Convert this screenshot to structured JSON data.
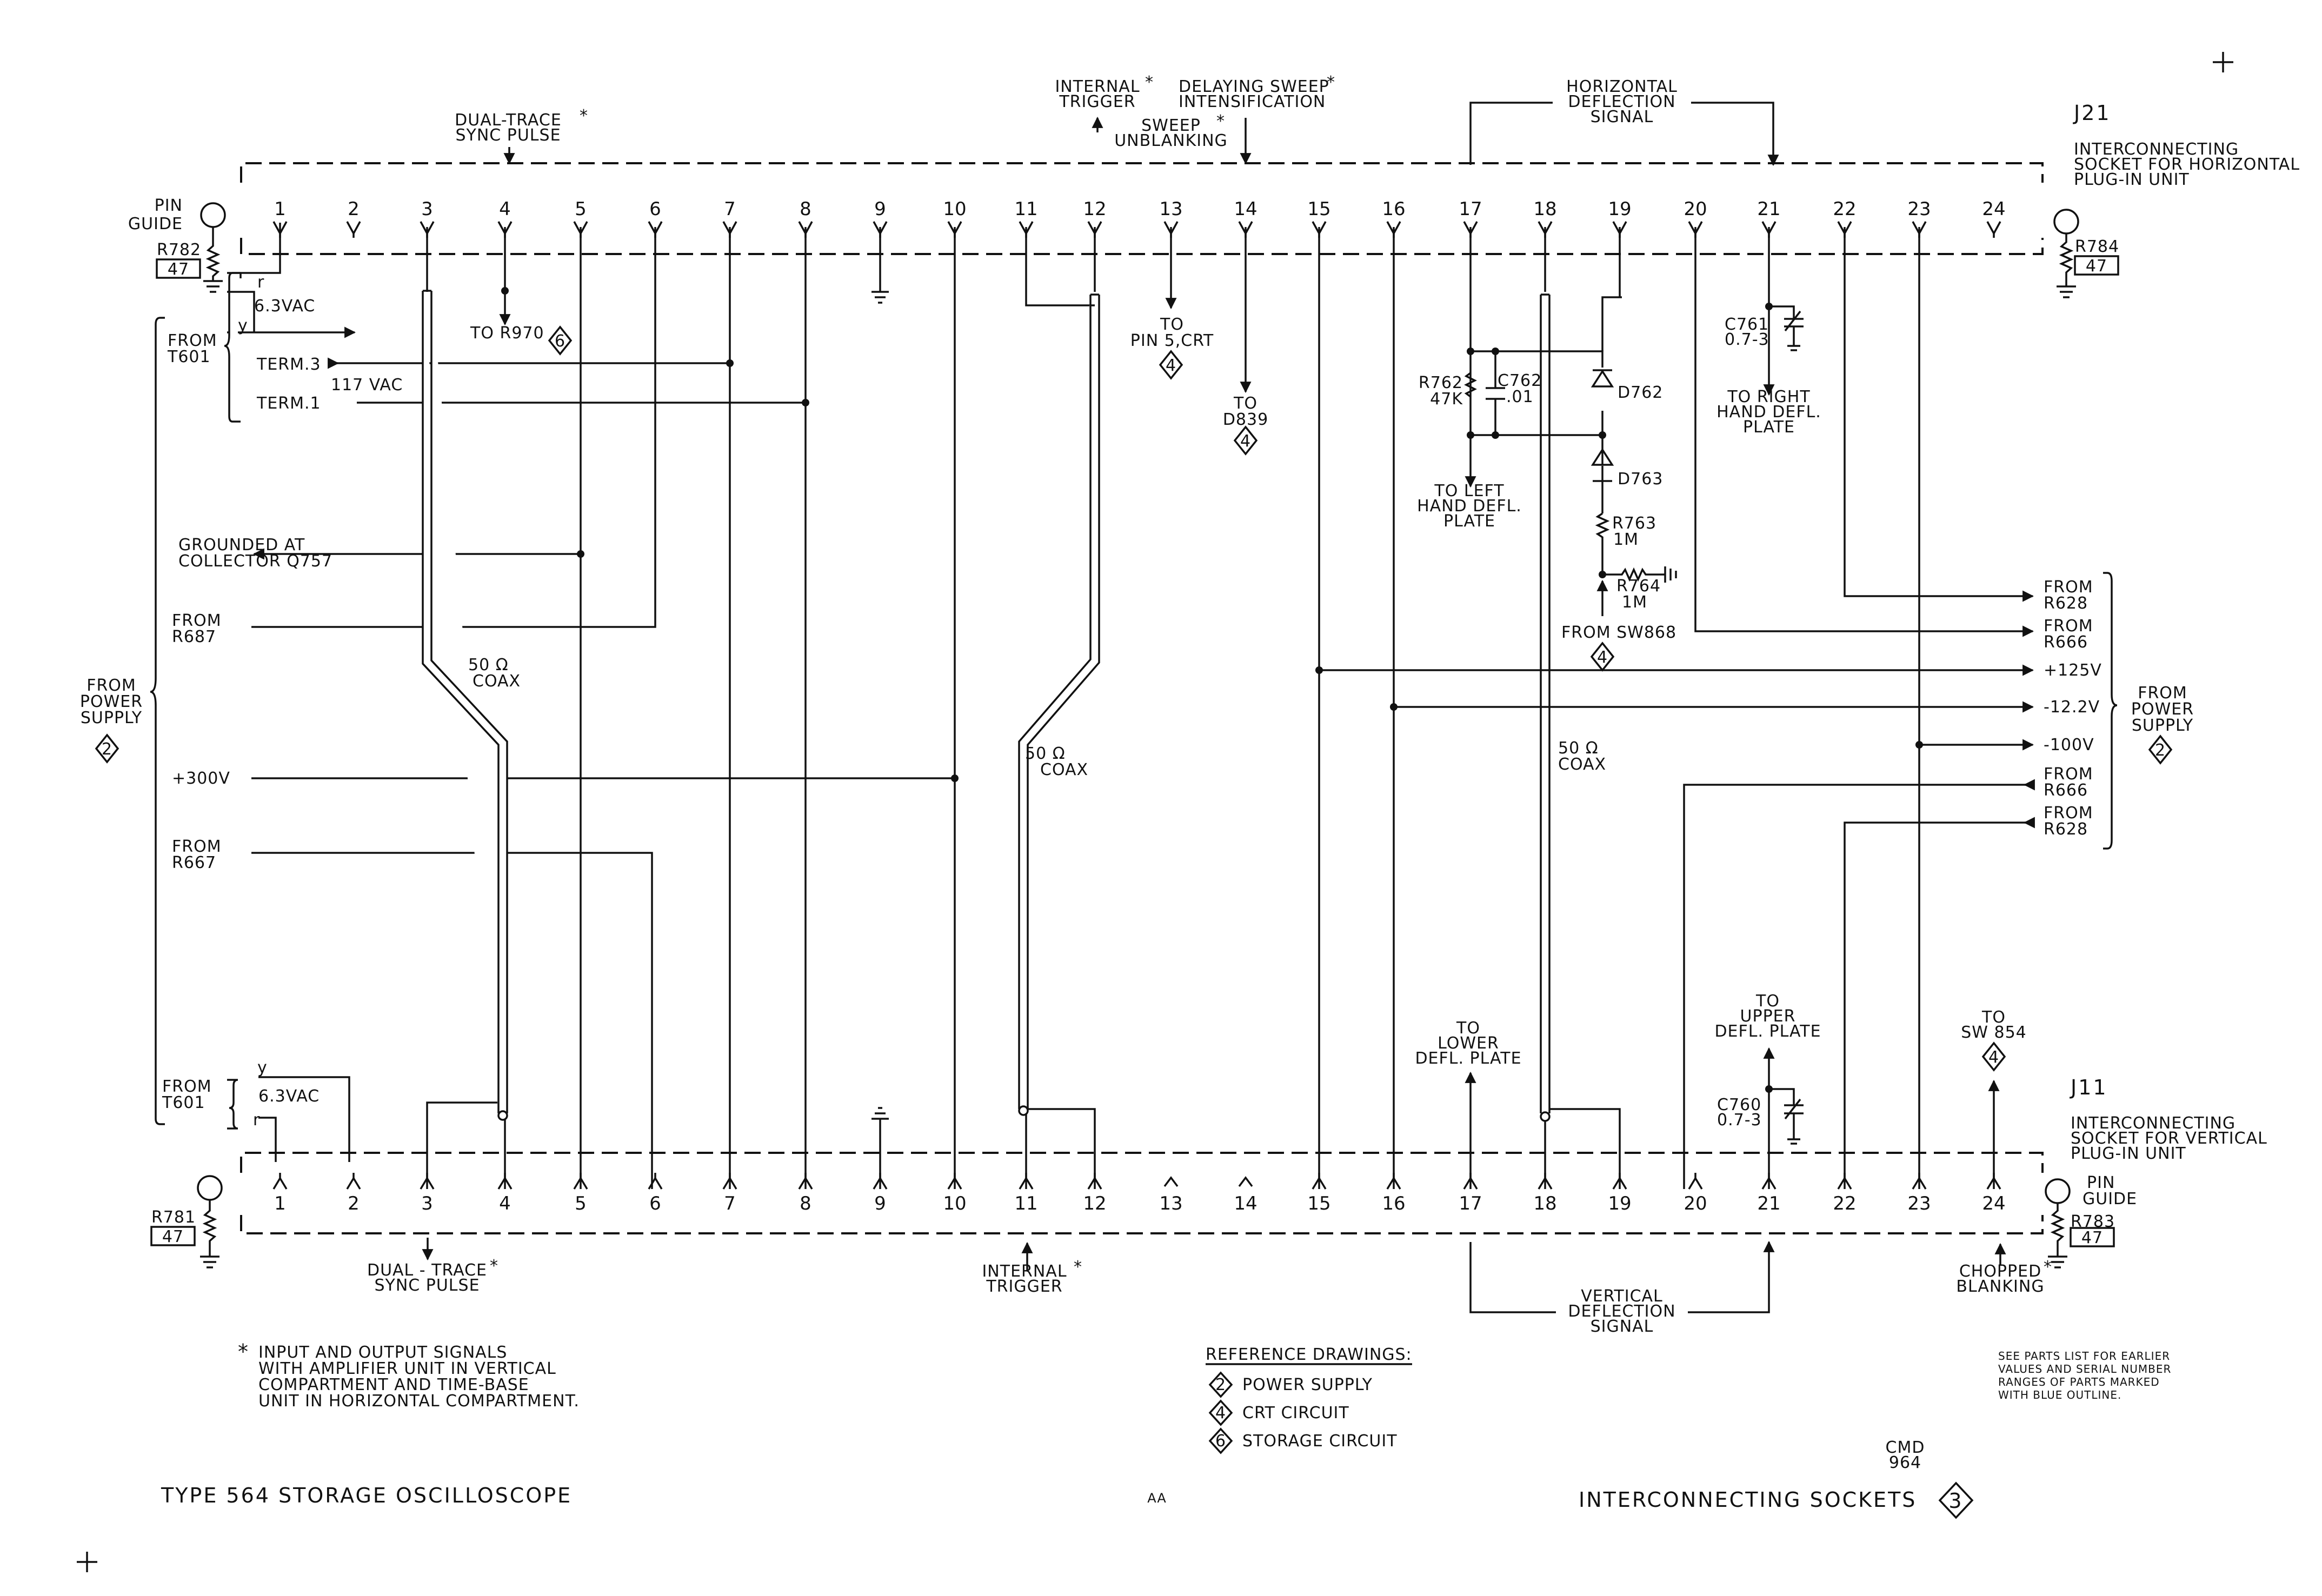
{
  "title": "TYPE 564 STORAGE OSCILLOSCOPE",
  "sheet_title": "INTERCONNECTING SOCKETS",
  "sheet_num": "3",
  "drawing_code": [
    "CMD",
    "964"
  ],
  "aa_mark": "AA",
  "pin_numbers": [
    "1",
    "2",
    "3",
    "4",
    "5",
    "6",
    "7",
    "8",
    "9",
    "10",
    "11",
    "12",
    "13",
    "14",
    "15",
    "16",
    "17",
    "18",
    "19",
    "20",
    "21",
    "22",
    "23",
    "24"
  ],
  "top_block": {
    "designator": "J21",
    "desc": [
      "INTERCONNECTING",
      "SOCKET FOR HORIZONTAL",
      "PLUG-IN UNIT"
    ],
    "pin_guide": [
      "PIN",
      "GUIDE"
    ],
    "r_left": {
      "ref": "R782",
      "val": "47"
    },
    "r_right": {
      "ref": "R784",
      "val": "47"
    }
  },
  "bottom_block": {
    "designator": "J11",
    "desc": [
      "INTERCONNECTING",
      "SOCKET FOR VERTICAL",
      "PLUG-IN UNIT"
    ],
    "pin_guide": [
      "PIN",
      "GUIDE"
    ],
    "r_left": {
      "ref": "R781",
      "val": "47"
    },
    "r_right": {
      "ref": "R783",
      "val": "47"
    }
  },
  "top_signals": {
    "dual_trace": [
      "DUAL-TRACE",
      "SYNC PULSE"
    ],
    "internal_trigger": [
      "INTERNAL",
      "TRIGGER"
    ],
    "delaying_sweep": [
      "DELAYING SWEEP",
      "INTENSIFICATION"
    ],
    "sweep_unblanking": [
      "SWEEP",
      "UNBLANKING"
    ],
    "horizontal_deflection": [
      "HORIZONTAL",
      "DEFLECTION",
      "SIGNAL"
    ]
  },
  "bottom_signals": {
    "dual_trace": [
      "DUAL - TRACE",
      "SYNC PULSE"
    ],
    "internal_trigger": [
      "INTERNAL",
      "TRIGGER"
    ],
    "vertical_deflection": [
      "VERTICAL",
      "DEFLECTION",
      "SIGNAL"
    ],
    "chopped_blanking": [
      "CHOPPED",
      "BLANKING"
    ]
  },
  "left_labels": {
    "from_t601_top": [
      "FROM",
      "T601"
    ],
    "from_t601_bottom": [
      "FROM",
      "T601"
    ],
    "vac_63": "6.3VAC",
    "r_mark": "r",
    "y_mark": "y",
    "term3": "TERM.3",
    "term1": "TERM.1",
    "vac_117": "117 VAC",
    "grounded": [
      "GROUNDED AT",
      "COLLECTOR Q757"
    ],
    "from_r687": [
      "FROM",
      "R687"
    ],
    "from_power_supply": [
      "FROM",
      "POWER",
      "SUPPLY"
    ],
    "ps_ref": "2",
    "plus300": "+300V",
    "from_r667": [
      "FROM",
      "R667"
    ],
    "to_r970": "TO R970",
    "to_r970_ref": "6"
  },
  "right_labels": {
    "from_r628_a": [
      "FROM",
      "R628"
    ],
    "from_r666_a": [
      "FROM",
      "R666"
    ],
    "plus125": "+125V",
    "minus122": "-12.2V",
    "minus100": "-100V",
    "from_r666_b": [
      "FROM",
      "R666"
    ],
    "from_r628_b": [
      "FROM",
      "R628"
    ],
    "from_power_supply": [
      "FROM",
      "POWER",
      "SUPPLY"
    ],
    "ps_ref": "2"
  },
  "components": {
    "to_pin5": [
      "TO",
      "PIN 5,CRT"
    ],
    "to_d839": [
      "TO",
      "D839"
    ],
    "crt_ref": "4",
    "r762": [
      "R762",
      "47K"
    ],
    "c762": [
      "C762",
      ".01"
    ],
    "d762": "D762",
    "d763": "D763",
    "r763": [
      "R763",
      "1M"
    ],
    "r764": [
      "R764",
      "1M"
    ],
    "from_sw868": "FROM SW868",
    "to_left_hand": [
      "TO LEFT",
      "HAND DEFL.",
      "PLATE"
    ],
    "c761": [
      "C761",
      "0.7-3"
    ],
    "to_right_hand": [
      "TO RIGHT",
      "HAND DEFL.",
      "PLATE"
    ],
    "coax_label": [
      "50 Ω",
      "COAX"
    ],
    "to_lower": [
      "TO",
      "LOWER",
      "DEFL. PLATE"
    ],
    "to_upper": [
      "TO",
      "UPPER",
      "DEFL. PLATE"
    ],
    "c760": [
      "C760",
      "0.7-3"
    ],
    "to_sw854": [
      "TO",
      "SW 854"
    ]
  },
  "footnote": [
    "INPUT AND OUTPUT SIGNALS",
    "WITH AMPLIFIER UNIT IN VERTICAL",
    "COMPARTMENT AND TIME-BASE",
    "UNIT IN HORIZONTAL COMPARTMENT."
  ],
  "asterisk": "*",
  "reference_drawings": {
    "heading": "REFERENCE DRAWINGS:",
    "items": [
      {
        "num": "2",
        "label": "POWER SUPPLY"
      },
      {
        "num": "4",
        "label": "CRT CIRCUIT"
      },
      {
        "num": "6",
        "label": "STORAGE CIRCUIT"
      }
    ]
  },
  "parts_note": [
    "SEE PARTS LIST FOR EARLIER",
    "VALUES AND SERIAL NUMBER",
    "RANGES OF PARTS MARKED",
    "WITH BLUE OUTLINE."
  ]
}
